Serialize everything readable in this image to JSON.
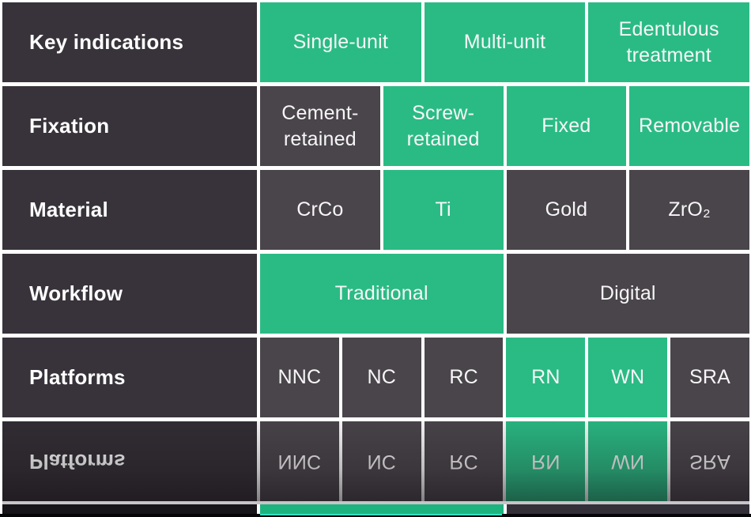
{
  "colors": {
    "highlight_green": "#2abb85",
    "label_cell_bg": "#38333a",
    "option_cell_bg": "#4a454b",
    "divider_white": "#ffffff",
    "text": "#ffffff"
  },
  "rows": [
    {
      "label": "Key indications",
      "cells": [
        {
          "text": "Single-unit",
          "highlighted": true
        },
        {
          "text": "Multi-unit",
          "highlighted": true
        },
        {
          "text": "Edentulous treatment",
          "highlighted": true
        }
      ]
    },
    {
      "label": "Fixation",
      "cells": [
        {
          "text": "Cement-retained",
          "highlighted": false
        },
        {
          "text": "Screw-retained",
          "highlighted": true
        },
        {
          "text": "Fixed",
          "highlighted": true
        },
        {
          "text": "Removable",
          "highlighted": true
        }
      ]
    },
    {
      "label": "Material",
      "cells": [
        {
          "text": "CrCo",
          "highlighted": false
        },
        {
          "text": "Ti",
          "highlighted": true
        },
        {
          "text": "Gold",
          "highlighted": false
        },
        {
          "text": "ZrO₂",
          "highlighted": false
        }
      ]
    },
    {
      "label": "Workflow",
      "cells": [
        {
          "text": "Traditional",
          "highlighted": true
        },
        {
          "text": "Digital",
          "highlighted": false
        }
      ]
    },
    {
      "label": "Platforms",
      "cells": [
        {
          "text": "NNC",
          "highlighted": false
        },
        {
          "text": "NC",
          "highlighted": false
        },
        {
          "text": "RC",
          "highlighted": false
        },
        {
          "text": "RN",
          "highlighted": true
        },
        {
          "text": "WN",
          "highlighted": true
        },
        {
          "text": "SRA",
          "highlighted": false
        }
      ]
    }
  ]
}
